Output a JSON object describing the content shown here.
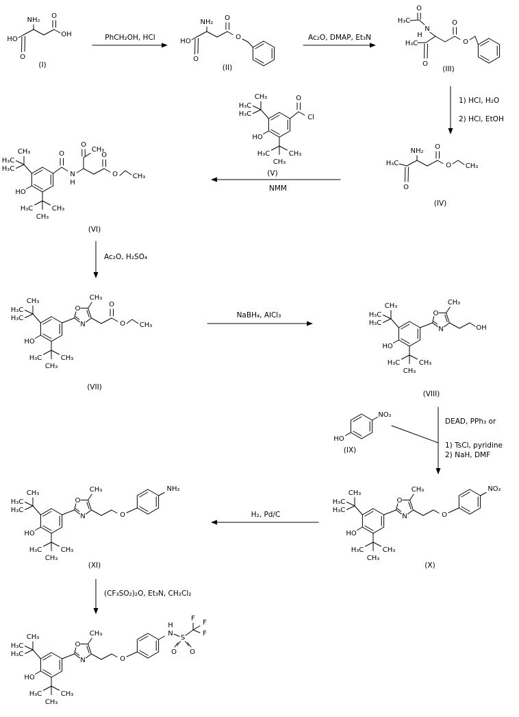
{
  "scheme": {
    "type": "chemical-reaction-scheme",
    "line_color": "#000000",
    "background": "#ffffff"
  },
  "compounds": {
    "I": "(I)",
    "II": "(II)",
    "III": "(III)",
    "IV": "(IV)",
    "V": "(V)",
    "VI": "(VI)",
    "VII": "(VII)",
    "VIII": "(VIII)",
    "IX": "(IX)",
    "X": "(X)",
    "XI": "(XI)"
  },
  "reagents": {
    "step1": "PhCH₂OH, HCl",
    "step2": "Ac₂O, DMAP, Et₃N",
    "step3a": "1) HCl, H₂O",
    "step3b": "2) HCl, EtOH",
    "step4": "NMM",
    "step5": "Ac₂O, H₂SO₄",
    "step6": "NaBH₄, AlCl₃",
    "step7a": "DEAD, PPh₃ or",
    "step7b": "1) TsCl, pyridine",
    "step7c": "2) NaH, DMF",
    "step8": "H₂, Pd/C",
    "step9": "(CF₃SO₂)₂O, Et₃N, CH₂Cl₂"
  },
  "atoms": {
    "NH2": "NH₂",
    "HO": "HO",
    "OH": "OH",
    "O": "O",
    "N": "N",
    "H": "H",
    "CH3": "CH₃",
    "H3C": "H₃C",
    "Cl": "Cl",
    "NO2": "NO₂",
    "F": "F",
    "S": "S"
  }
}
